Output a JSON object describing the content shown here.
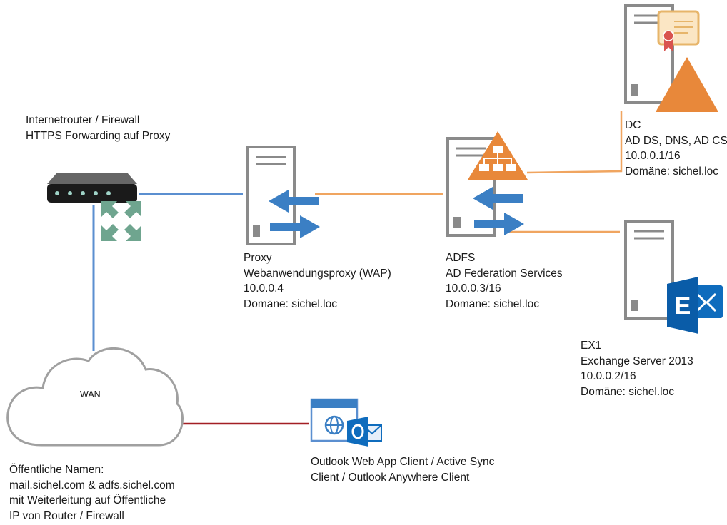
{
  "router": {
    "label": [
      "Internetrouter / Firewall",
      "HTTPS Forwarding auf Proxy"
    ]
  },
  "proxy": {
    "label": [
      "Proxy",
      "Webanwendungsproxy (WAP)",
      "10.0.0.4",
      "Domäne: sichel.loc"
    ]
  },
  "adfs": {
    "label": [
      "ADFS",
      "AD Federation Services",
      "10.0.0.3/16",
      "Domäne: sichel.loc"
    ]
  },
  "dc": {
    "label": [
      "DC",
      "AD DS, DNS, AD CS",
      "10.0.0.1/16",
      "Domäne: sichel.loc"
    ]
  },
  "ex1": {
    "label": [
      "EX1",
      "Exchange Server 2013",
      "10.0.0.2/16",
      "Domäne: sichel.loc"
    ]
  },
  "wan": {
    "name": "WAN",
    "label": [
      "Öffentliche Namen:",
      "mail.sichel.com & adfs.sichel.com",
      "mit Weiterleitung auf Öffentliche",
      "IP von Router / Firewall"
    ]
  },
  "client": {
    "label": [
      "Outlook Web App Client / Active Sync",
      "Client / Outlook Anywhere Client"
    ]
  },
  "colors": {
    "lan_blue": "#5b8fd0",
    "orange_link": "#f0a560",
    "wan_red": "#a31f24",
    "server_gray": "#8a8a8a",
    "exchange_blue": "#0f6cbd",
    "arrow_blue": "#3b7fc4",
    "ad_orange": "#e8883a",
    "router_green": "#6fa58f"
  }
}
